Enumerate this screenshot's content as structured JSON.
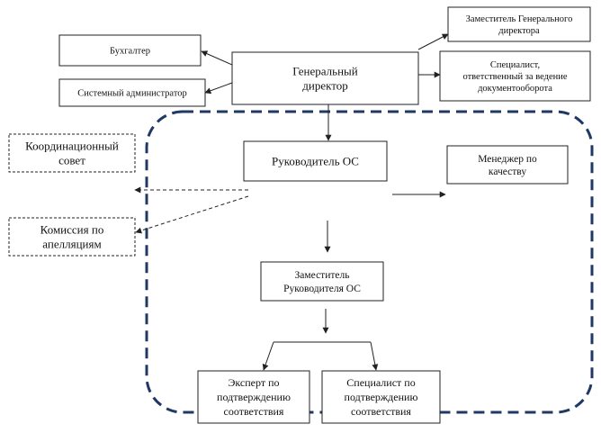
{
  "nodes": {
    "general_director": {
      "lines": [
        "Генеральный",
        "директор"
      ]
    },
    "accountant": {
      "lines": [
        "Бухгалтер"
      ]
    },
    "sysadmin": {
      "lines": [
        "Системный администратор"
      ]
    },
    "deputy_general_director": {
      "lines": [
        "Заместитель Генерального",
        "директора"
      ]
    },
    "docflow_specialist": {
      "lines": [
        "Специалист,",
        "ответственный за ведение",
        "документооборота"
      ]
    },
    "coordination_council": {
      "lines": [
        "Координационный",
        "совет"
      ]
    },
    "appeals_commission": {
      "lines": [
        "Комиссия по",
        "апелляциям"
      ]
    },
    "os_head": {
      "lines": [
        "Руководитель ОС"
      ]
    },
    "quality_manager": {
      "lines": [
        "Менеджер по",
        "качеству"
      ]
    },
    "os_deputy_head": {
      "lines": [
        "Заместитель",
        "Руководителя ОС"
      ]
    },
    "conformity_expert": {
      "lines": [
        "Эксперт по",
        "подтверждению",
        "соответствия"
      ]
    },
    "conformity_specialist": {
      "lines": [
        "Специалист по",
        "подтверждению",
        "соответствия"
      ]
    }
  },
  "colors": {
    "box_border": "#222222",
    "arrow": "#222222",
    "os_region_border": "#1f3864"
  }
}
